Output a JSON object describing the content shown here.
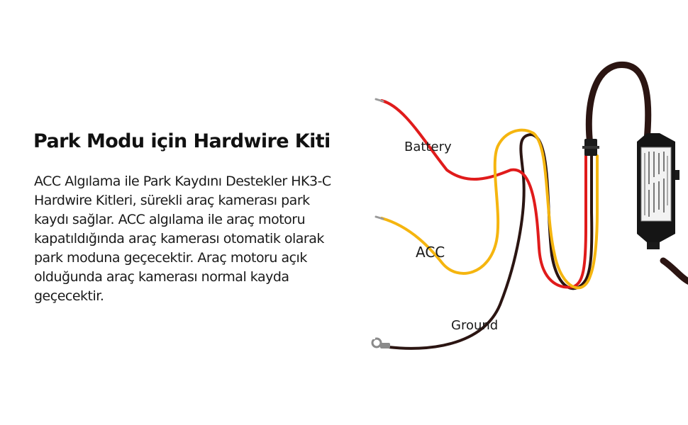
{
  "heading": "Park Modu için Hardwire Kiti",
  "description": "ACC Algılama ile Park Kaydını Destekler HK3-C Hardwire Kitleri, sürekli araç kamerası park kaydı sağlar. ACC algılama ile araç motoru kapatıldığında araç kamerası otomatik olarak park moduna geçecektir. Araç motoru açık olduğunda araç kamerası normal kayda geçecektir.",
  "wire_labels": {
    "battery": "Battery",
    "acc": "ACC",
    "ground": "Ground"
  },
  "colors": {
    "battery_wire": "#e01b1b",
    "acc_wire": "#f5b50f",
    "ground_wire": "#2b1512",
    "module_body": "#151515",
    "label_panel": "#f2f2f2"
  }
}
